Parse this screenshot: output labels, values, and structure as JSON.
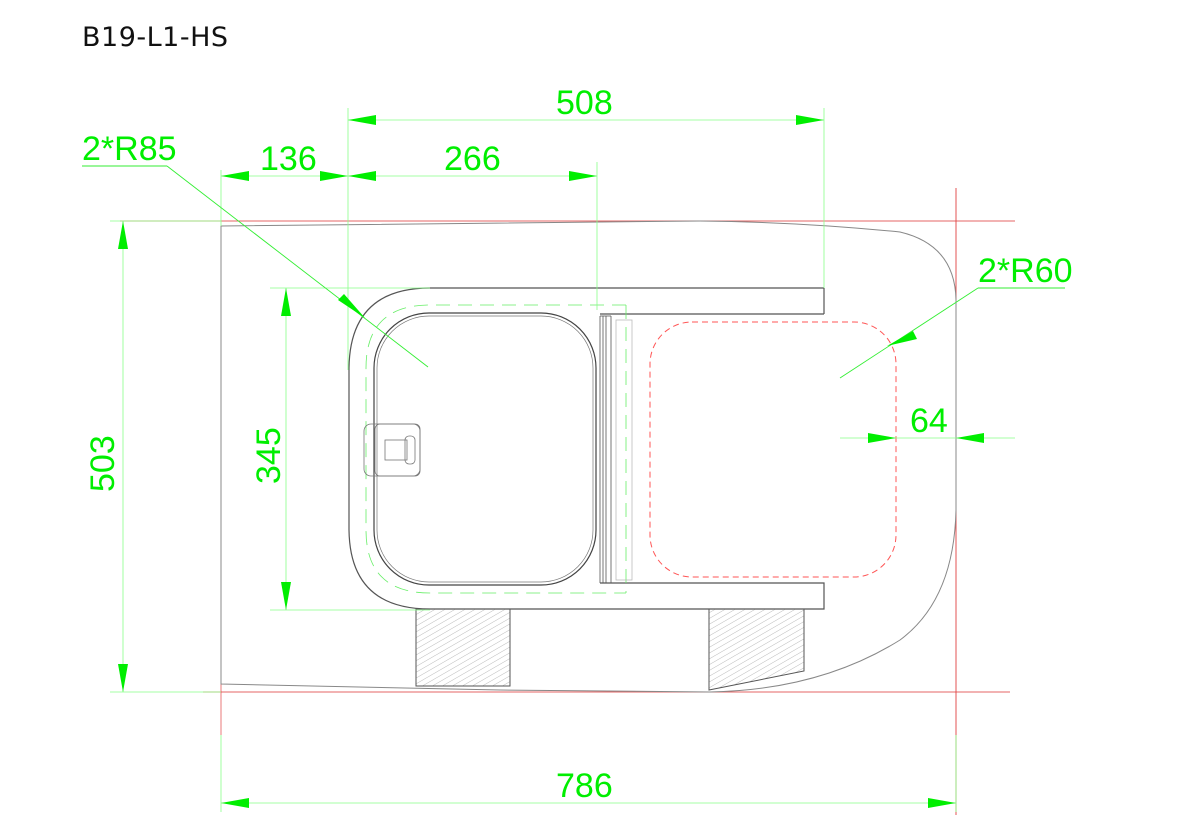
{
  "drawing": {
    "title": "B19-L1-HS",
    "colors": {
      "dimension": "#00ee00",
      "dimension_line": "#7fff7f",
      "outline": "#555555",
      "centerline": "#e04040",
      "cutout": "#ff5555",
      "hatch": "#999999"
    },
    "dimensions": {
      "overall_width": "786",
      "overall_height": "503",
      "left_offset": "136",
      "opening_width": "266",
      "frame_width": "508",
      "opening_height": "345",
      "right_clearance": "64"
    },
    "radius_callouts": {
      "left": "2*R85",
      "right": "2*R60"
    }
  }
}
